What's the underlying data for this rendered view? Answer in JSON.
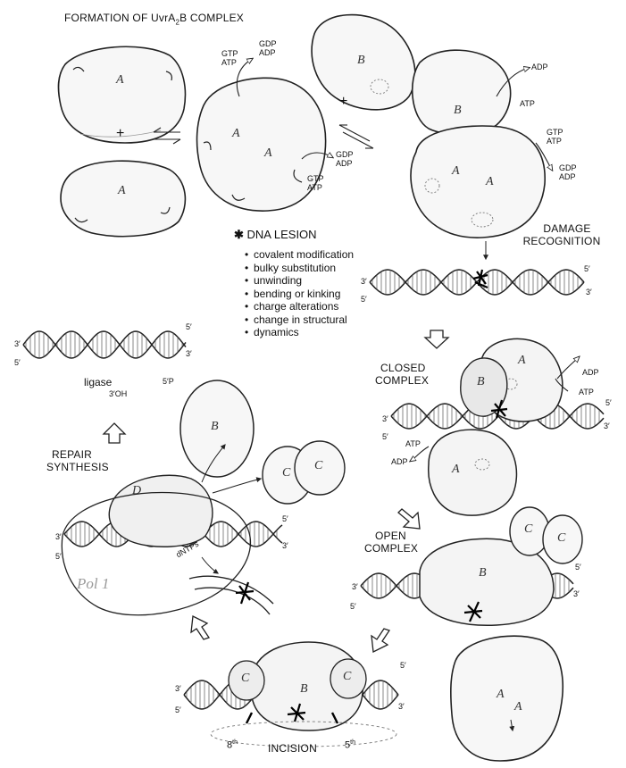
{
  "title": {
    "prefix": "FORMATION OF UvrA",
    "sub": "2",
    "suffix": "B COMPLEX"
  },
  "protein_labels": {
    "A": "A",
    "B": "B",
    "C": "C",
    "D": "D",
    "pol1": "Pol 1"
  },
  "nucleotide_labels": {
    "gtp": "GTP",
    "atp": "ATP",
    "gdp": "GDP",
    "adp": "ADP",
    "dntps": "dNTPs",
    "three_oh": "3′OH",
    "five_p": "5′P"
  },
  "strand_ends": {
    "five": "5′",
    "three": "3′"
  },
  "lesion_box": {
    "star": "✱",
    "heading": "DNA LESION",
    "items": [
      "covalent modification",
      "bulky substitution",
      "unwinding",
      "bending or kinking",
      "charge alterations",
      "change in structural",
      "dynamics"
    ]
  },
  "stages": {
    "damage_recognition_1": "DAMAGE",
    "damage_recognition_2": "RECOGNITION",
    "closed_complex_1": "CLOSED",
    "closed_complex_2": "COMPLEX",
    "open_complex_1": "OPEN",
    "open_complex_2": "COMPLEX",
    "repair_synthesis_1": "REPAIR",
    "repair_synthesis_2": "SYNTHESIS",
    "incision": "INCISION",
    "ligase": "ligase"
  },
  "incision_sites": {
    "left_num": "8",
    "left_sup": "th",
    "right_num": "5",
    "right_sup": "th"
  },
  "symbols": {
    "plus": "+"
  }
}
